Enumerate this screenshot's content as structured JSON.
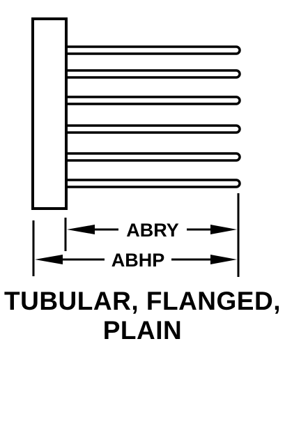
{
  "diagram": {
    "part_type": "tubular flanged plain heat exchanger tube bundle",
    "tube_count": 6,
    "dimensions": {
      "inner": {
        "label": "ABRY"
      },
      "outer": {
        "label": "ABHP"
      }
    },
    "caption": {
      "line1": "TUBULAR, FLANGED,",
      "line2": "PLAIN"
    }
  }
}
